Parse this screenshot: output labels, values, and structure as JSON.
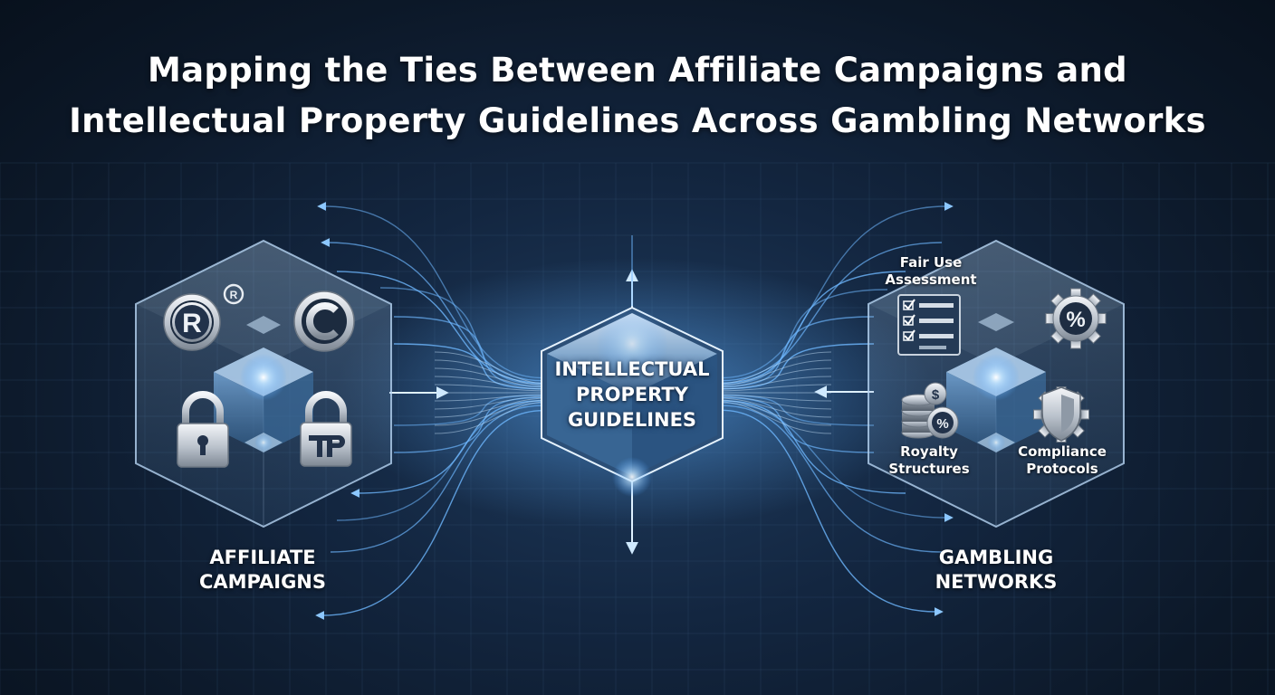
{
  "title": {
    "line1": "Mapping the Ties Between Affiliate Campaigns and",
    "line2": "Intellectual Property Guidelines Across Gambling Networks"
  },
  "hub": {
    "line1": "INTELLECTUAL",
    "line2": "PROPERTY",
    "line3": "GUIDELINES"
  },
  "left_group": {
    "line1": "AFFILIATE",
    "line2": "CAMPAIGNS",
    "icons": [
      "registered-trademark-icon",
      "copyright-icon",
      "keyhole-padlock-icon",
      "tp-padlock-icon"
    ]
  },
  "right_group": {
    "line1": "GAMBLING",
    "line2": "NETWORKS",
    "items": [
      {
        "line1": "Fair Use",
        "line2": "Assessment",
        "icon": "checklist-icon"
      },
      {
        "line1": "",
        "line2": "",
        "icon": "percent-gear-icon"
      },
      {
        "line1": "Royalty",
        "line2": "Structures",
        "icon": "coin-stack-icon"
      },
      {
        "line1": "Compliance",
        "line2": "Protocols",
        "icon": "gear-shield-icon"
      }
    ]
  },
  "colors": {
    "background": "#0f1c2e",
    "accent": "#6fb8ff",
    "glow": "#cfe9ff",
    "text": "#ffffff"
  }
}
